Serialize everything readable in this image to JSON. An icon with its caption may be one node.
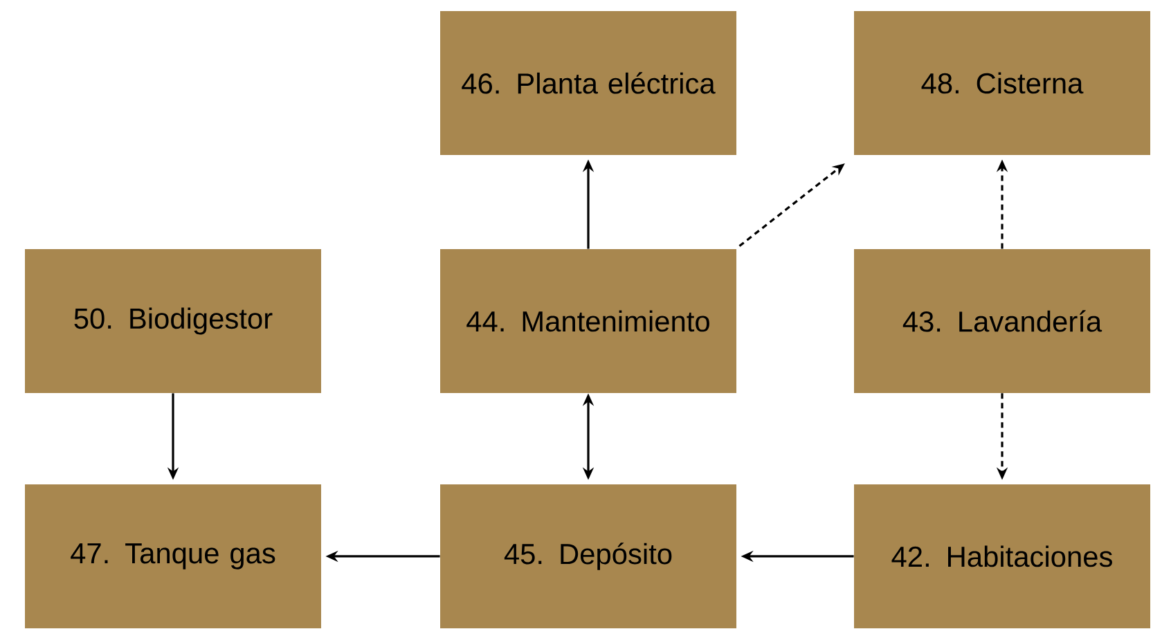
{
  "diagram": {
    "nodes": [
      {
        "text": [
          "46. Planta eléctrica"
        ]
      },
      {
        "text": [
          "48. Cisterna"
        ]
      },
      {
        "text": [
          "50. Biodigestor"
        ]
      },
      {
        "text": [
          "44. Mantenimiento"
        ]
      },
      {
        "text": [
          "43. Lavandería"
        ]
      },
      {
        "text": [
          "47. Tanque gas"
        ]
      },
      {
        "text": [
          "45. Depósito"
        ]
      },
      {
        "text": [
          "42. Habitaciones"
        ]
      }
    ],
    "edges": [
      {
        "from": 3,
        "to": 0,
        "arrow": "to"
      },
      {
        "from": 3,
        "to": 1,
        "arrow": "to",
        "style": "dashed"
      },
      {
        "from": 4,
        "to": 1,
        "arrow": "to",
        "style": "dashed"
      },
      {
        "from": 4,
        "to": 7,
        "arrow": "to",
        "style": "dashed"
      },
      {
        "from": 2,
        "to": 5,
        "arrow": "to"
      },
      {
        "from": 3,
        "to": 6,
        "arrow": "both"
      },
      {
        "from": 7,
        "to": 6,
        "arrow": "to"
      },
      {
        "from": 6,
        "to": 5,
        "arrow": "to"
      }
    ]
  }
}
